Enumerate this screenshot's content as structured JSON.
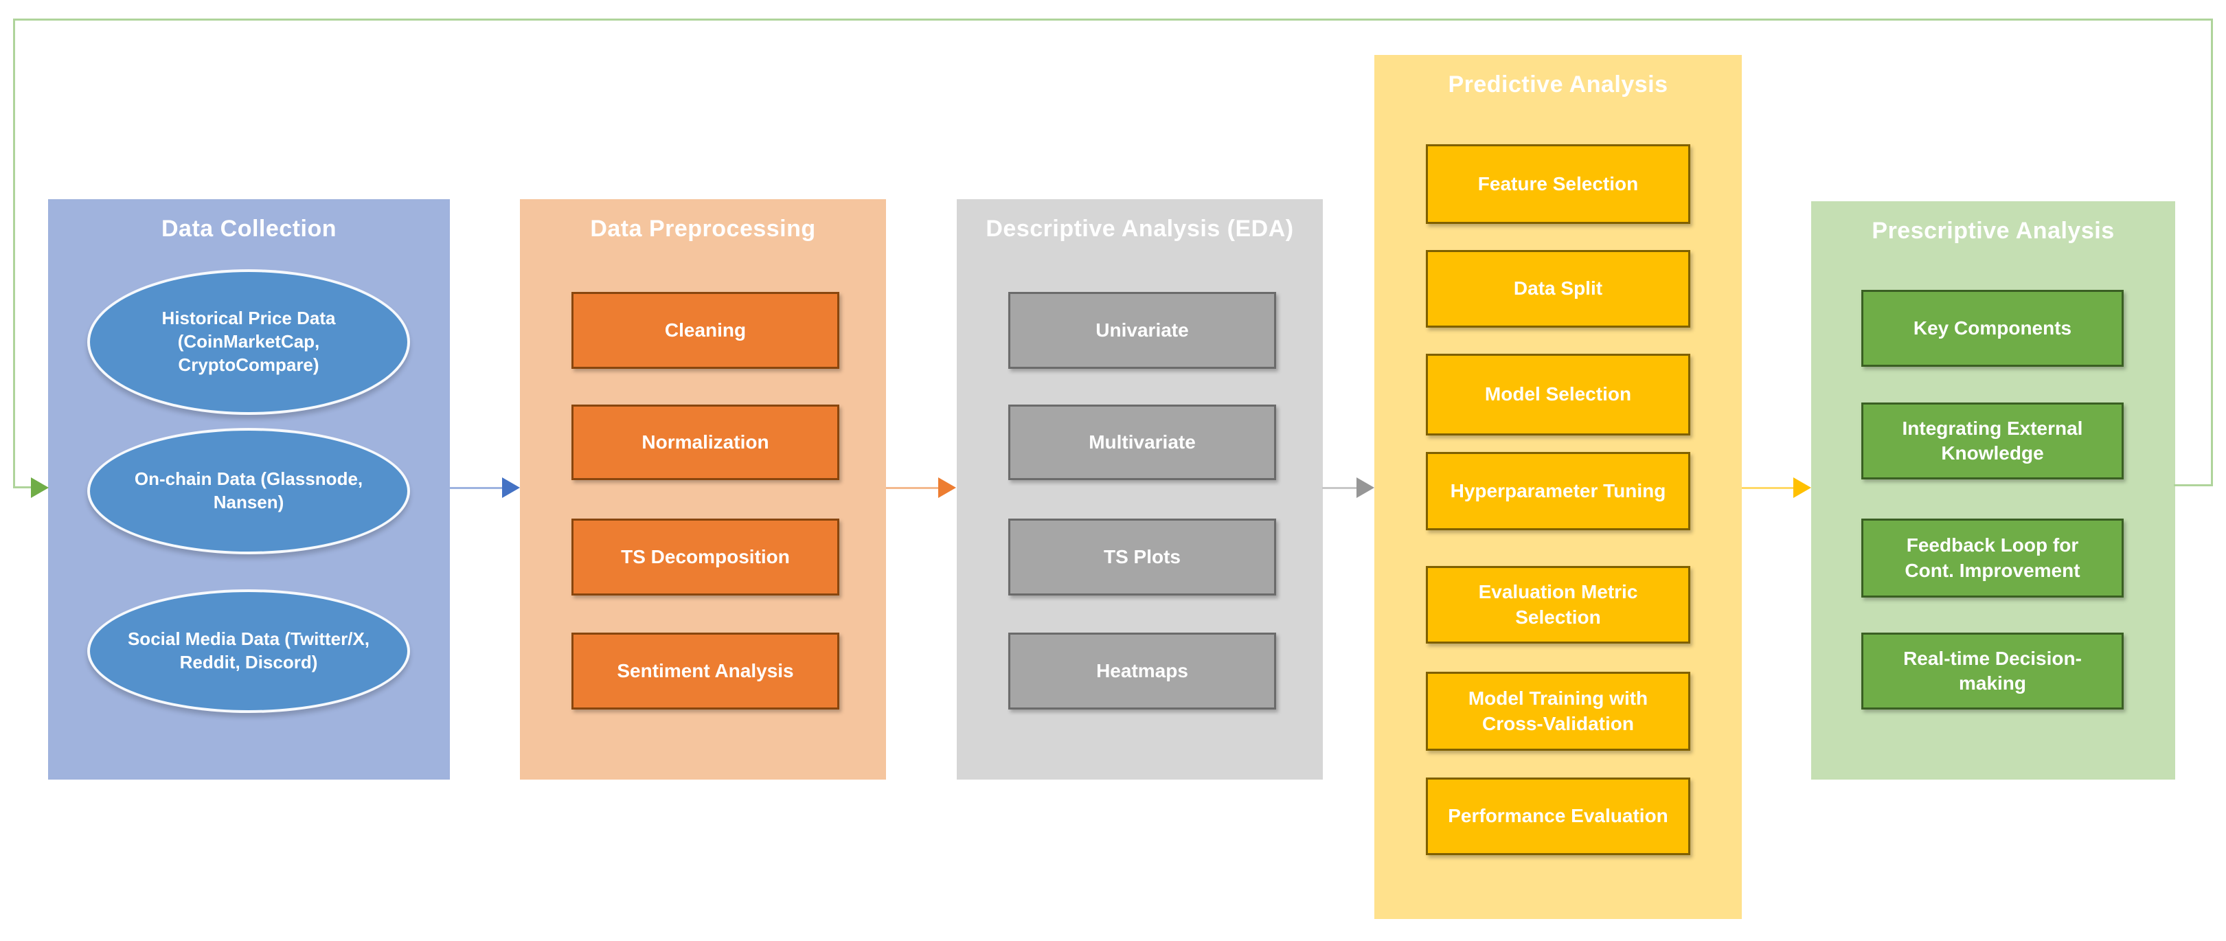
{
  "diagram": {
    "columns": [
      {
        "id": "data-collection",
        "title": "Data Collection",
        "shape": "ellipse",
        "colors": {
          "bg": "#A0B3DD",
          "item_bg": "#5491CC",
          "item_border": "#F2F6FC",
          "text": "#FFFFFF"
        },
        "items": [
          "Historical Price Data (CoinMarketCap, CryptoCompare)",
          "On-chain Data (Glassnode, Nansen)",
          "Social Media Data (Twitter/X, Reddit, Discord)"
        ]
      },
      {
        "id": "data-preprocessing",
        "title": "Data Preprocessing",
        "shape": "rect",
        "colors": {
          "bg": "#F5C59E",
          "item_bg": "#ED7D31",
          "item_border": "#88460E",
          "text": "#FFFFFF"
        },
        "items": [
          "Cleaning",
          "Normalization",
          "TS Decomposition",
          "Sentiment Analysis"
        ]
      },
      {
        "id": "descriptive-analysis",
        "title": "Descriptive Analysis (EDA)",
        "shape": "rect",
        "colors": {
          "bg": "#D6D6D6",
          "item_bg": "#A6A6A6",
          "item_border": "#6B6B6B",
          "text": "#FFFFFF"
        },
        "items": [
          "Univariate",
          "Multivariate",
          "TS Plots",
          "Heatmaps"
        ]
      },
      {
        "id": "predictive-analysis",
        "title": "Predictive Analysis",
        "shape": "rect",
        "colors": {
          "bg": "#FFE18C",
          "item_bg": "#FFC000",
          "item_border": "#7F6000",
          "text": "#FFFFFF"
        },
        "items": [
          "Feature Selection",
          "Data Split",
          "Model Selection",
          "Hyperparameter Tuning",
          "Evaluation Metric Selection",
          "Model Training with Cross-Validation",
          "Performance Evaluation"
        ]
      },
      {
        "id": "prescriptive-analysis",
        "title": "Prescriptive Analysis",
        "shape": "rect",
        "colors": {
          "bg": "#C5DFB3",
          "item_bg": "#6FAD47",
          "item_border": "#3A5F23",
          "text": "#FFFFFF"
        },
        "items": [
          "Key Components",
          "Integrating External Knowledge",
          "Feedback Loop for Cont. Improvement",
          "Real-time Decision-making"
        ]
      }
    ],
    "flow_arrows": [
      {
        "name": "collection-to-preprocessing-arrow",
        "line_color": "#9DB3E0",
        "head_color": "#4472C4"
      },
      {
        "name": "preprocessing-to-descriptive-arrow",
        "line_color": "#F4B98E",
        "head_color": "#ED7D31"
      },
      {
        "name": "descriptive-to-predictive-arrow",
        "line_color": "#C7C7C7",
        "head_color": "#969696"
      },
      {
        "name": "predictive-to-prescriptive-arrow",
        "line_color": "#FFD966",
        "head_color": "#FFC000"
      }
    ],
    "feedback_loop": {
      "name": "prescriptive-to-collection-feedback",
      "line_color": "#AFD49B",
      "head_color": "#70AD47"
    }
  }
}
